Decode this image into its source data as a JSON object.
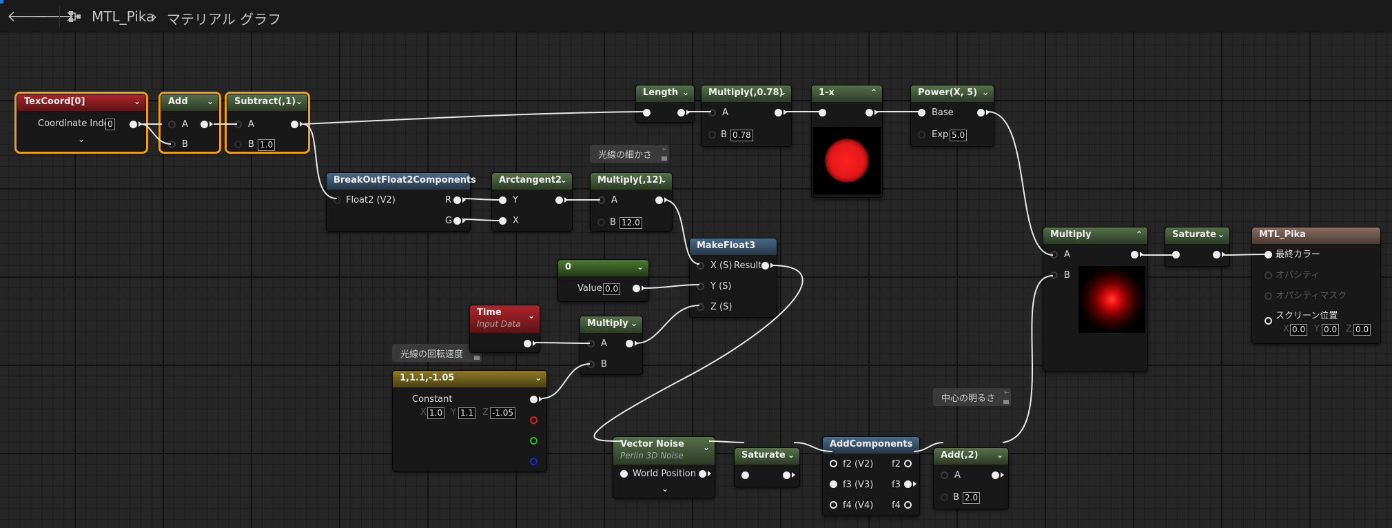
{
  "toolbar": {
    "back_icon": "arrow-left-icon",
    "forward_icon": "arrow-right-icon",
    "graph_icon": "graph-tree-icon",
    "asset_name": "MTL_Pika",
    "separator": ">",
    "graph_name": "マテリアル グラフ",
    "back_glyph": "🡐",
    "forward_glyph": "🡒",
    "sep_glyph": "›"
  },
  "comments": {
    "thin": "光線の細かさ",
    "rot": "光線の回転速度",
    "center": "中心の明るさ"
  },
  "nodes": {
    "texcoord": {
      "title": "TexCoord[0]",
      "coord_label": "Coordinate Index",
      "coord_value": "0"
    },
    "add": {
      "title": "Add",
      "a": "A",
      "b": "B"
    },
    "subtract": {
      "title": "Subtract(,1)",
      "a": "A",
      "b": "B",
      "b_value": "1.0"
    },
    "length": {
      "title": "Length"
    },
    "mul078": {
      "title": "Multiply(,0.78)",
      "a": "A",
      "b": "B",
      "b_value": "0.78"
    },
    "oneminus": {
      "title": "1-x"
    },
    "power": {
      "title": "Power(X, 5)",
      "base": "Base",
      "exp": "Exp",
      "exp_value": "5.0"
    },
    "breakout": {
      "title": "BreakOutFloat2Components",
      "input": "Float2 (V2)",
      "r": "R",
      "g": "G"
    },
    "atan": {
      "title": "Arctangent2",
      "y": "Y",
      "x": "X"
    },
    "mul12": {
      "title": "Multiply(,12)",
      "a": "A",
      "b": "B",
      "b_value": "12.0"
    },
    "makefloat3": {
      "title": "MakeFloat3",
      "x": "X (S)",
      "y": "Y (S)",
      "z": "Z (S)",
      "result": "Result"
    },
    "zero": {
      "title": "0",
      "value_label": "Value",
      "value": "0.0"
    },
    "time": {
      "title": "Time",
      "subtitle": "Input Data"
    },
    "mul_mid": {
      "title": "Multiply",
      "a": "A",
      "b": "B"
    },
    "const3": {
      "title": "1,1.1,-1.05",
      "label": "Constant",
      "xl": "X",
      "x": "1.0",
      "yl": "Y",
      "y": "1.1",
      "zl": "Z",
      "z": "-1.05"
    },
    "vnoise": {
      "title": "Vector Noise",
      "subtitle": "Perlin 3D Noise",
      "input": "World Position"
    },
    "saturate1": {
      "title": "Saturate"
    },
    "addcomp": {
      "title": "AddComponents",
      "f2in": "f2 (V2)",
      "f3in": "f3 (V3)",
      "f4in": "f4 (V4)",
      "f2out": "f2",
      "f3out": "f3",
      "f4out": "f4"
    },
    "add2": {
      "title": "Add(,2)",
      "a": "A",
      "b": "B",
      "b_value": "2.0"
    },
    "mul_final": {
      "title": "Multiply",
      "a": "A",
      "b": "B"
    },
    "saturate2": {
      "title": "Saturate"
    },
    "result": {
      "title": "MTL_Pika",
      "color": "最終カラー",
      "opacity": "オパシティ",
      "opmask": "オパシティマスク",
      "screenpos": "スクリーン位置",
      "xl": "X",
      "x": "0.0",
      "yl": "Y",
      "y": "0.0",
      "zl": "Z",
      "z": "0.0"
    }
  }
}
